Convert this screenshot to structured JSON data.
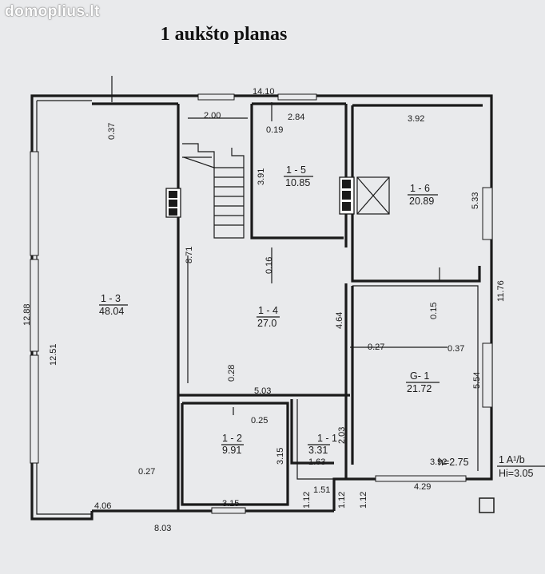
{
  "watermark": "domoplius.lt",
  "title": "1 aukšto planas",
  "rooms": [
    {
      "id": "1 - 1",
      "area": "3.31"
    },
    {
      "id": "1 - 2",
      "area": "9.91"
    },
    {
      "id": "1 - 3",
      "area": "48.04"
    },
    {
      "id": "1 - 4",
      "area": "27.0"
    },
    {
      "id": "1 - 5",
      "area": "10.85"
    },
    {
      "id": "1 - 6",
      "area": "20.89"
    },
    {
      "id": "G- 1",
      "area": "21.72"
    }
  ],
  "dimensions": {
    "top_total": "14.10",
    "d_200": "2.00",
    "d_284": "2.84",
    "d_392_top": "3.92",
    "d_037_left": "0.37",
    "d_019": "0.19",
    "d_391": "3.91",
    "d_533": "5.33",
    "d_871": "8.71",
    "d_016": "0.16",
    "d_1288": "12.88",
    "d_1251": "12.51",
    "d_1176": "11.76",
    "d_015": "0.15",
    "d_464": "4.64",
    "d_027_mid": "0.27",
    "d_037_right": "0.37",
    "d_554": "5.54",
    "d_028": "0.28",
    "d_503": "5.03",
    "d_025": "0.25",
    "d_203": "2.03",
    "d_315_v": "3.15",
    "d_163": "1.63",
    "d_392_bottom": "3.92",
    "d_429": "4.29",
    "d_027_left": "0.27",
    "d_151": "1.51",
    "d_112_a": "1.12",
    "d_112_b": "1.12",
    "d_112_c": "1.12",
    "d_406": "4.06",
    "d_315_h": "3.15",
    "d_803": "8.03"
  },
  "height_label": "h=2.75",
  "legend": {
    "line1": "1 A¹/b",
    "line2": "Hi=3.05"
  }
}
